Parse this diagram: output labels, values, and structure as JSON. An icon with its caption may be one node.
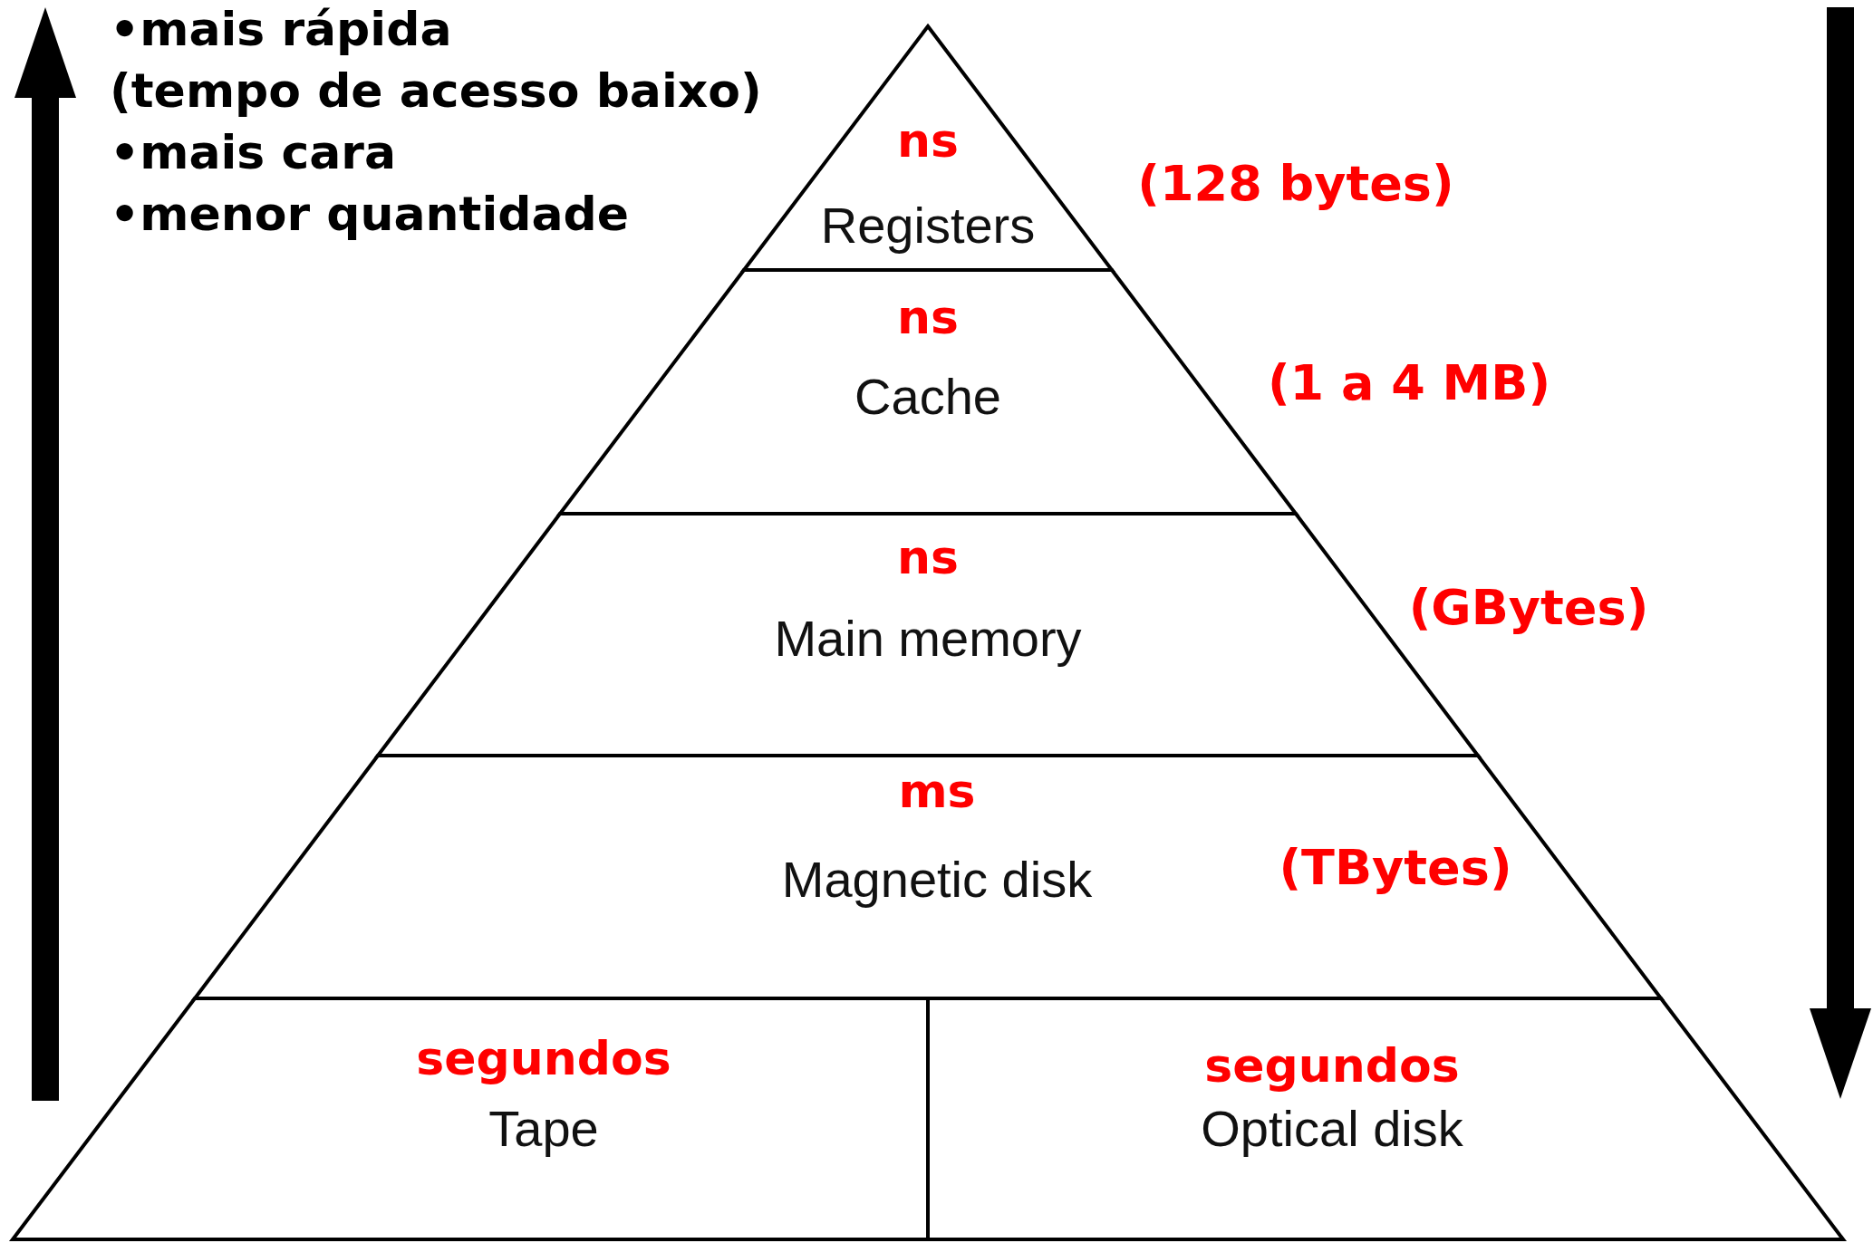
{
  "diagram": {
    "nodes": [
      {
        "text": [
          "ns",
          "Registers"
        ],
        "beside": [
          "(128 bytes)"
        ]
      },
      {
        "text": [
          "ns",
          "Cache"
        ],
        "beside": [
          "(1 a 4 MB)"
        ]
      },
      {
        "text": [
          "ns",
          "Main memory"
        ],
        "beside": [
          "(GBytes)"
        ]
      },
      {
        "text": [
          "ms",
          "Magnetic disk",
          "(TBytes)"
        ]
      },
      {
        "text": [
          "segundos",
          "Tape"
        ]
      },
      {
        "text": [
          "segundos",
          "Optical disk"
        ]
      }
    ],
    "labels": [
      "•mais rápida",
      "(tempo de acesso baixo)",
      "•mais cara",
      "•menor quantidade"
    ]
  }
}
